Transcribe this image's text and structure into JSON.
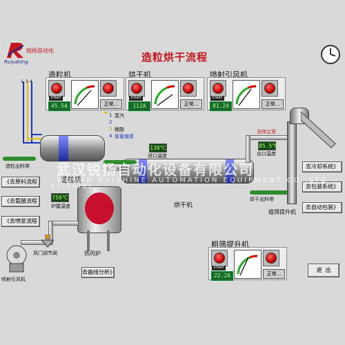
{
  "header": {
    "logo_name": "锐扬自动化",
    "logo_en": "Ruiyahing",
    "title": "造粒烘干流程"
  },
  "panels": {
    "granulator": {
      "title": "造粒机",
      "value": "45.5A",
      "state": "正常..."
    },
    "dryer": {
      "title": "烘干机",
      "value": "112A",
      "state": "正常..."
    },
    "fan": {
      "title": "喷射引风机",
      "value": "81.2A",
      "state": "正常..."
    },
    "screen_lift": {
      "title": "粗筛提升机",
      "value": "22.2A",
      "state": "正常..."
    }
  },
  "start_label": "START",
  "legend": {
    "num1": "1",
    "num2": "2",
    "num3": "3",
    "num4": "4",
    "item1": "蒸汽",
    "item3": "稀酸",
    "item4": "尿素熔浆",
    "left_top_1": "1",
    "left_top_2": "3",
    "left_top_3": "4"
  },
  "labels": {
    "granulator_feed_belt": "造粒出料带",
    "granulator": "造粒机",
    "dryer_feed_belt": "造粒出料带",
    "inlet_temp_label": "进口温度",
    "inlet_temp": "130℃",
    "outlet_temp_label": "出口温度",
    "outlet_temp": "85.5℃",
    "dust_collector": "去除尘室",
    "dryer": "烘干机",
    "dryer_out_belt": "烘干出料带",
    "lift": "粗筛提升机",
    "furnace_temp": "750℃",
    "furnace_temp_label": "炉膛温度",
    "hot_air_furnace": "热风炉",
    "damper": "风门调节阀",
    "fan": "喷射引风机"
  },
  "left_buttons": [
    "《去原料流程",
    "《去氨酸流程",
    "《去喷浆流程"
  ],
  "right_buttons": [
    "去冷却系统》",
    "去包装系统》",
    "去自动包装》"
  ],
  "curve_button": "去曲线分析》",
  "exit_button": "退  出",
  "watermark": {
    "cn": "武汉锐扬自动化设备有限公司",
    "en": "WUHAN RUISHINE AUTOMATION EQUIPMENT CO.,LTD",
    "brand": "RUISHINE"
  },
  "colors": {
    "title_red": "#c4161c",
    "digital_green": "#1b6a2a",
    "lamp_red": "#c80000"
  }
}
